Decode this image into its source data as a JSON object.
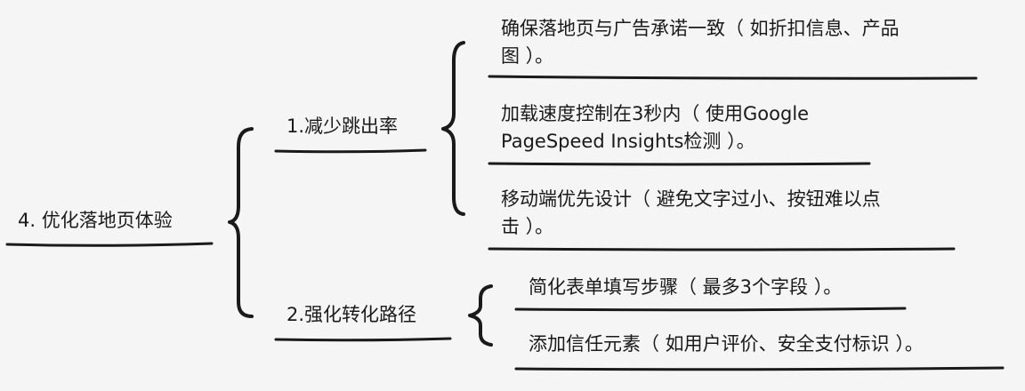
{
  "root": {
    "label": "4. 优化落地页体验"
  },
  "branches": [
    {
      "label": "1.减少跳出率",
      "children": [
        {
          "lines": [
            "确保落地页与广告承诺一致（ 如折扣信息、产品",
            "图 ）。"
          ]
        },
        {
          "lines": [
            "加载速度控制在3秒内（ 使用Google",
            "PageSpeed Insights检测 ）。"
          ]
        },
        {
          "lines": [
            "移动端优先设计（ 避免文字过小、按钮难以点",
            "击 ）。"
          ]
        }
      ]
    },
    {
      "label": "2.强化转化路径",
      "children": [
        {
          "lines": [
            "简化表单填写步骤（ 最多3个字段 ）。"
          ]
        },
        {
          "lines": [
            "添加信任元素（ 如用户评价、安全支付标识 ）。"
          ]
        }
      ]
    }
  ],
  "colors": {
    "ink": "#1a1a1a",
    "background": "#f5f5f5"
  }
}
